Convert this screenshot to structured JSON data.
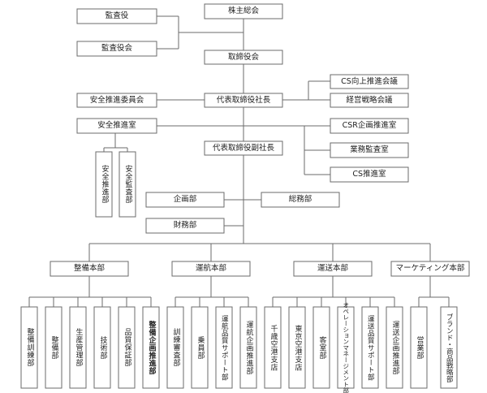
{
  "org": {
    "shareholders": "株主総会",
    "auditor": "監査役",
    "audit_board": "監査役会",
    "board": "取締役会",
    "safety_committee": "安全推進委員会",
    "president": "代表取締役社長",
    "cs_council": "CS向上推進会議",
    "strategy_council": "経営戦略会議",
    "safety_office": "安全推進室",
    "csr_office": "CSR企画推進室",
    "business_audit": "業務監査室",
    "cs_office": "CS推進室",
    "vice_president": "代表取締役副社長",
    "safety_promotion": "安全推進部",
    "safety_audit": "安全監査部",
    "planning": "企画部",
    "general_affairs": "総務部",
    "finance": "財務部",
    "maintenance_hq": "整備本部",
    "flight_hq": "運航本部",
    "transport_hq": "運送本部",
    "marketing_hq": "マーケティング本部",
    "mx_training": "整備訓練部",
    "mx_dept": "整備部",
    "production_control": "生産管理部",
    "technical": "技術部",
    "quality_assurance": "品質保証部",
    "mx_planning": "整備企画推進部",
    "training_examination": "訓練審査部",
    "crew": "乗員部",
    "flight_quality": "運航品質サポート部",
    "flight_planning": "運航企画推進部",
    "chiba_branch": "千歳空港支店",
    "tokyo_branch": "東京空港支店",
    "cabin": "客室部",
    "operation_management": "オペレーションマネージメント部",
    "transport_quality": "運送品質サポート部",
    "transport_planning": "運送企画推進部",
    "sales": "営業部",
    "brand_product": "ブランド・商品戦略部"
  }
}
